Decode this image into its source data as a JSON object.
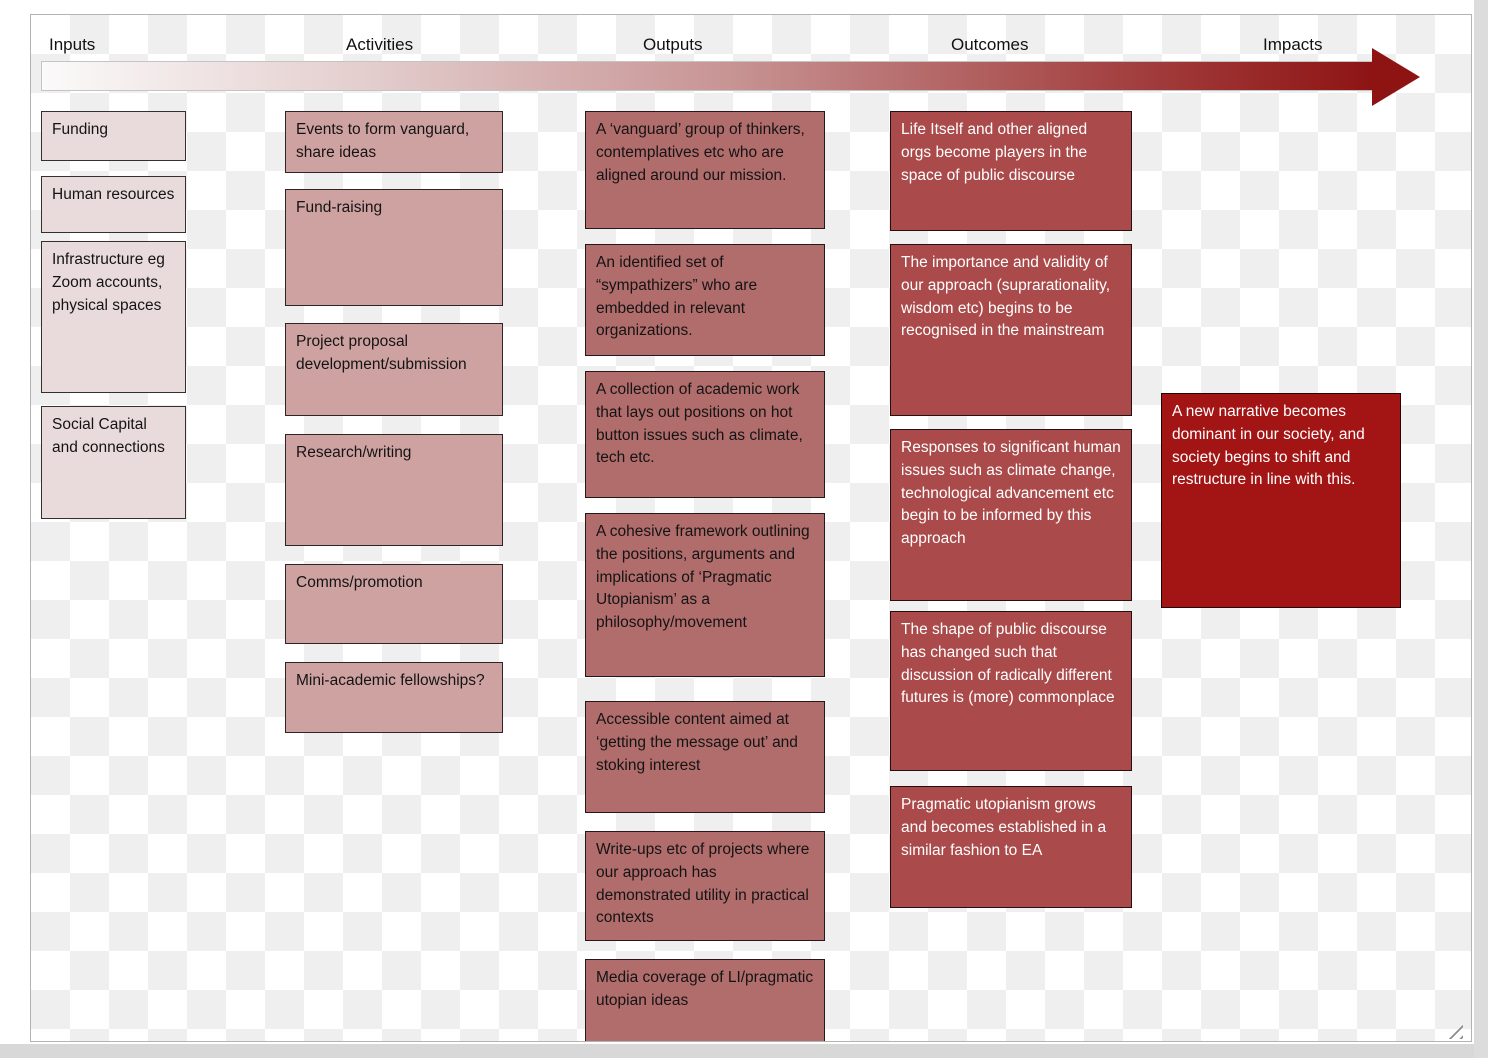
{
  "colors": {
    "inputs_fill": "#e9dbdb",
    "activities_fill": "#cfa2a2",
    "outputs_fill": "#b16c6c",
    "outcomes_fill": "#aa4a4a",
    "impacts_fill": "#a31414",
    "arrow_dark": "#8e1414"
  },
  "columns": {
    "inputs": {
      "label": "Inputs",
      "items": [
        "Funding",
        "Human resources",
        "Infrastructure eg Zoom accounts, physical spaces",
        "Social Capital and connections"
      ]
    },
    "activities": {
      "label": "Activities",
      "items": [
        "Events to form vanguard, share ideas",
        "Fund-raising",
        "Project proposal development/submission",
        "Research/writing",
        "Comms/promotion",
        "Mini-academic fellowships?"
      ]
    },
    "outputs": {
      "label": "Outputs",
      "items": [
        "A ‘vanguard’ group of thinkers, contemplatives etc who are aligned around our mission.",
        "An identified set of “sympathizers” who are embedded in relevant organizations.",
        "A collection of academic work that lays out positions on hot button issues such as climate, tech etc.",
        "A cohesive framework outlining the positions, arguments and implications of ‘Pragmatic Utopianism’ as a philosophy/movement",
        "Accessible content aimed at ‘getting the message out’ and stoking interest",
        "Write-ups etc of projects where our approach has demonstrated utility in practical contexts",
        "Media coverage of LI/pragmatic utopian ideas"
      ]
    },
    "outcomes": {
      "label": "Outcomes",
      "items": [
        "Life Itself and other aligned orgs become players in the space of public discourse",
        "The importance and validity of our approach (suprarationality, wisdom etc) begins to be recognised in the mainstream",
        "Responses to significant human issues such as climate change, technological advancement etc begin to be informed by this approach",
        "The shape of public discourse has changed such that discussion of radically different futures is (more) commonplace",
        "Pragmatic utopianism grows and becomes established in a similar fashion to EA"
      ]
    },
    "impacts": {
      "label": "Impacts",
      "items": [
        "A new narrative becomes dominant in our society, and society begins to shift and restructure in line with this."
      ]
    }
  }
}
